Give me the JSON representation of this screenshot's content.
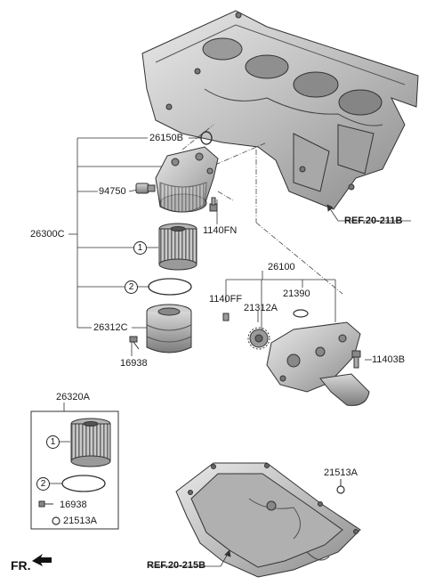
{
  "labels": {
    "p26150B": "26150B",
    "p94750": "94750",
    "p26300C": "26300C",
    "p1140FN": "1140FN",
    "p26312C": "26312C",
    "p16938_top": "16938",
    "ref_211B": "REF.20-211B",
    "p26100": "26100",
    "p1140FF": "1140FF",
    "p21390": "21390",
    "p21312A": "21312A",
    "p11403B": "11403B",
    "p26320A": "26320A",
    "p16938_kit": "16938",
    "p21513A_kit": "21513A",
    "p21513A": "21513A",
    "ref_215B": "REF.20-215B",
    "front": "FR."
  },
  "markers": {
    "m1": "1",
    "m2": "2",
    "m1_kit": "1",
    "m2_kit": "2"
  },
  "icons": {
    "front_arrow": "front-arrow-icon"
  }
}
